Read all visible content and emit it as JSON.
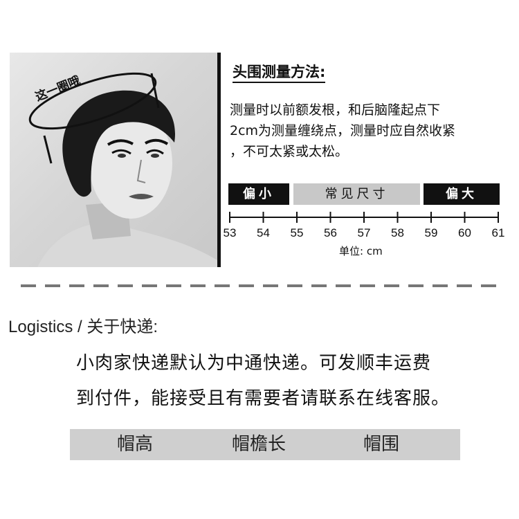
{
  "photo": {
    "circle_label": "这一圈哦",
    "icon": "woman-portrait-illustration"
  },
  "measure": {
    "title": "头围测量方法:",
    "desc_lines": [
      "测量时以前额发根，和后脑隆起点下",
      "2cm为测量缠绕点，测量时应自然收紧",
      "，不可太紧或太松。"
    ]
  },
  "size_chart": {
    "segments": {
      "small": "偏小",
      "normal": "常见尺寸",
      "large": "偏大"
    },
    "ticks": [
      "53",
      "54",
      "55",
      "56",
      "57",
      "58",
      "59",
      "60",
      "61"
    ],
    "unit": "单位: cm"
  },
  "logistics": {
    "title": "Logistics / 关于快递:",
    "lines": [
      "小肉家快递默认为中通快递。可发顺丰运费",
      "到付件，能接受且有需要者请联系在线客服。"
    ]
  },
  "tabs": [
    "帽高",
    "帽檐长",
    "帽围"
  ],
  "colors": {
    "dark": "#111111",
    "gray_bar": "#c8c8c8",
    "tab_bar": "#cfcfcf"
  }
}
